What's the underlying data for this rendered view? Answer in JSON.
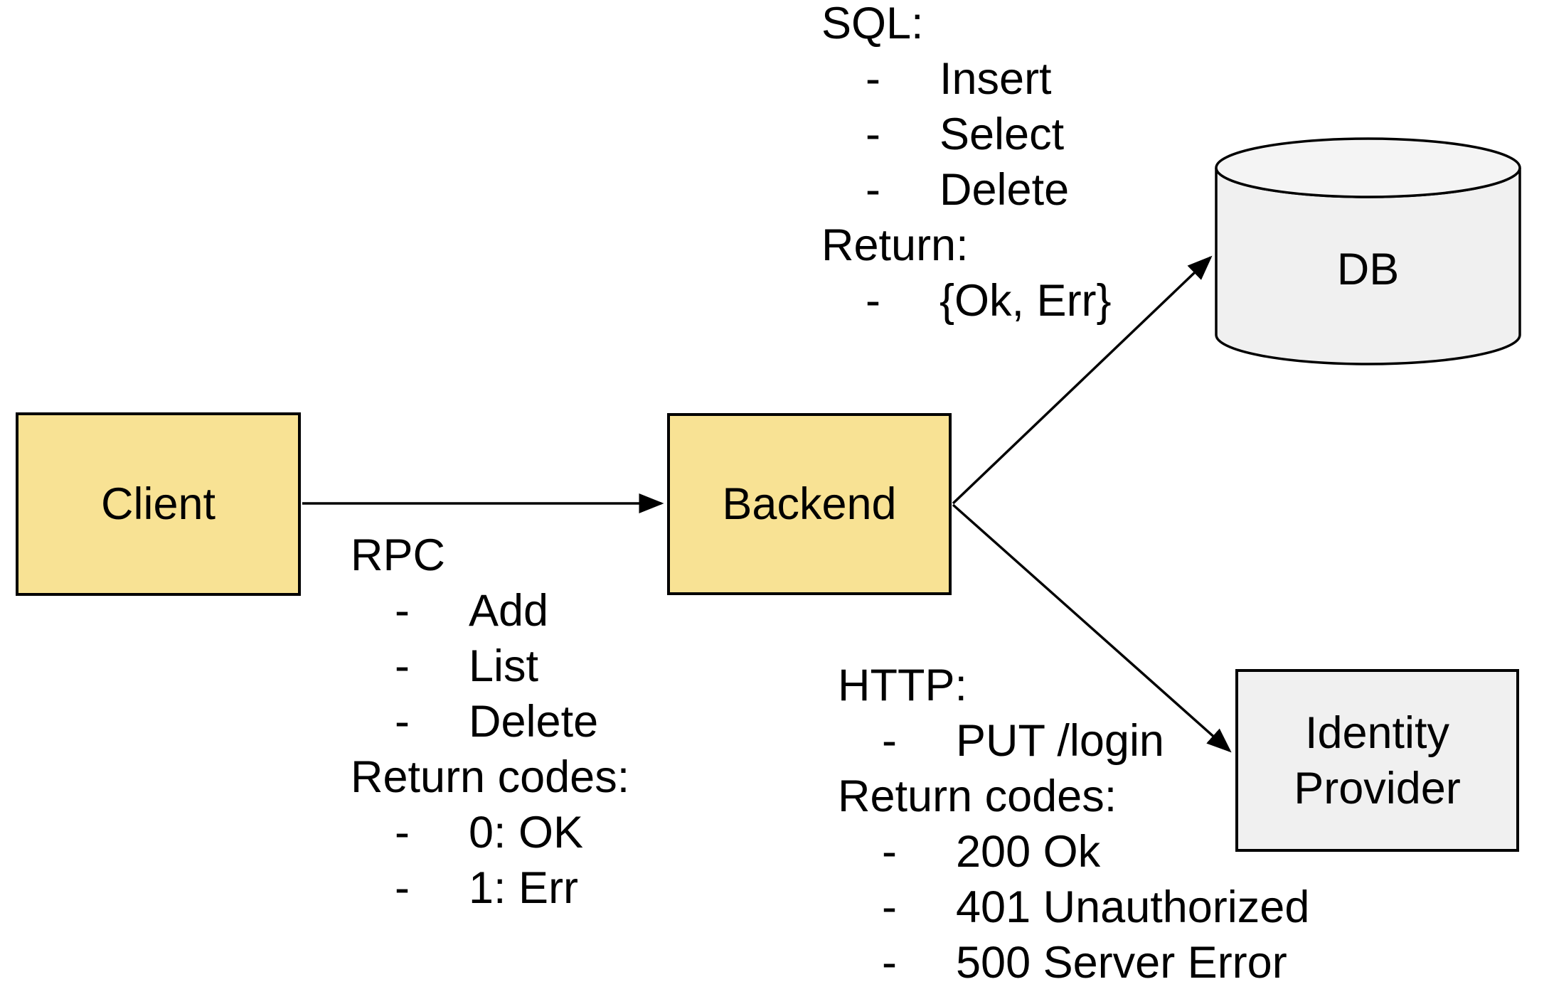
{
  "diagram": {
    "nodes": {
      "client": {
        "label": "Client"
      },
      "backend": {
        "label": "Backend"
      },
      "db": {
        "label": "DB"
      },
      "identity_provider": {
        "label": "Identity Provider"
      }
    },
    "annotations": {
      "rpc": {
        "title": "RPC",
        "items": [
          "Add",
          "List",
          "Delete"
        ],
        "return_title": "Return codes:",
        "return_items": [
          "0: OK",
          "1: Err"
        ]
      },
      "sql": {
        "title": "SQL:",
        "items": [
          "Insert",
          "Select",
          "Delete"
        ],
        "return_title": "Return:",
        "return_items": [
          "{Ok, Err}"
        ]
      },
      "http": {
        "title": "HTTP:",
        "items": [
          "PUT /login"
        ],
        "return_title": "Return codes:",
        "return_items": [
          "200 Ok",
          "401 Unauthorized",
          "500 Server Error"
        ]
      }
    },
    "bullet": "-",
    "colors": {
      "node_fill_yellow": "#F8E294",
      "node_fill_gray": "#F0F0F0",
      "cylinder_top_fill": "#F4F4F4",
      "stroke": "#000000",
      "text": "#000000",
      "background": "#FFFFFF"
    }
  }
}
